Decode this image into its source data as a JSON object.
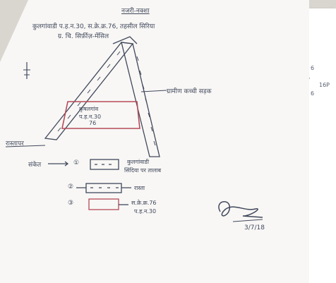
{
  "title": "नजरी-नक्शा",
  "header_lines": [
    "कुलगांवाडी प.ह.न.30, स.क्रे.क्र.76, तहसील सिरिया",
    "ग्र. चि. सिर्फ़ीज़-मेंसिल"
  ],
  "road_label": "ग्रामीण कच्ची सड़क",
  "plot_text": [
    "कृषलगांव",
    "प.ह.न.30",
    "76"
  ],
  "bottom_left_label": "रास्तापर",
  "legend_title": "संकेत",
  "legend": [
    {
      "num": "①",
      "text": [
        "कुलगांवाडी",
        "सिंदिया पर तालाब"
      ]
    },
    {
      "num": "②",
      "text": [
        "रास्ता"
      ]
    },
    {
      "num": "③",
      "text": [
        "स.क्रे.क्र.76",
        "प.ह.न.30"
      ]
    }
  ],
  "signature_date": "3/7/18",
  "side_notes": [
    "P",
    "6",
    "P",
    "6",
    "16P"
  ],
  "colors": {
    "ink_blue": "#40485c",
    "ink_red": "#b54a58",
    "paper": "#f8f7f5"
  }
}
